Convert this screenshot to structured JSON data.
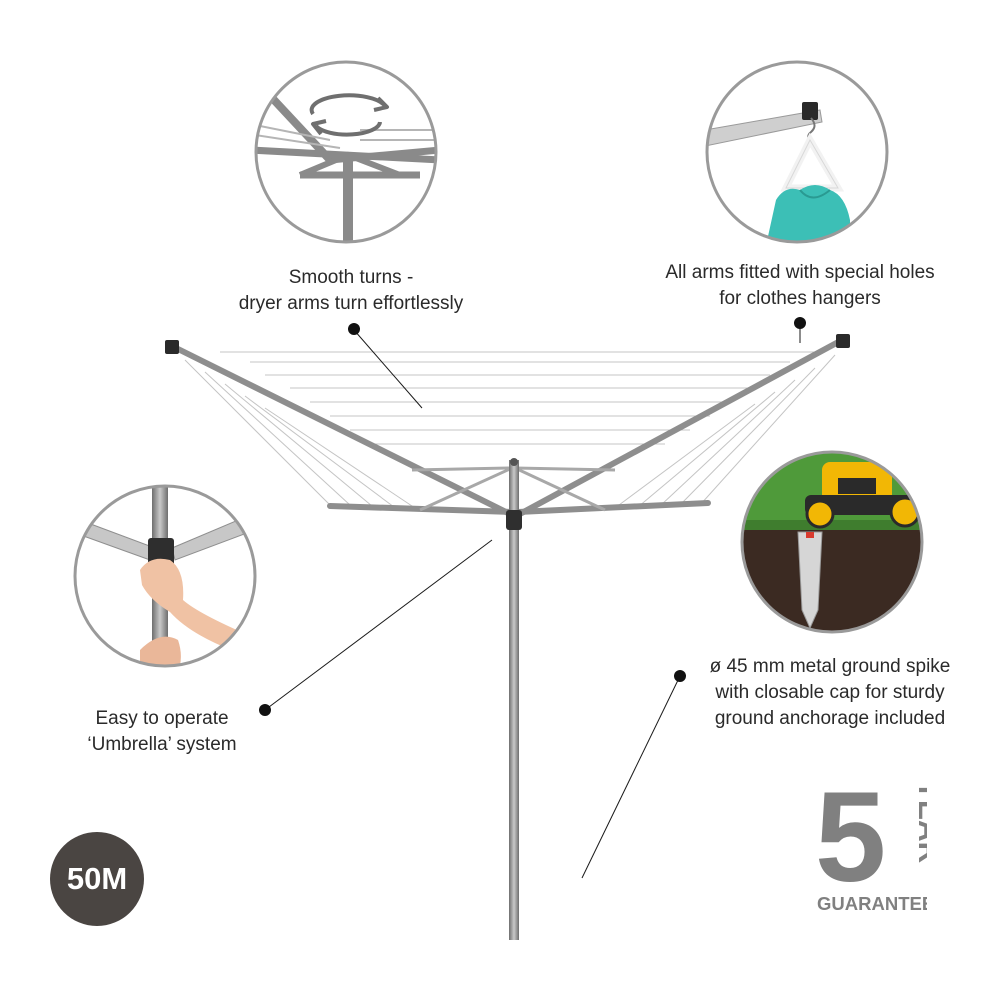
{
  "features": {
    "smooth_turns": {
      "line1": "Smooth turns -",
      "line2": "dryer arms turn effortlessly"
    },
    "hanger_holes": {
      "line1": "All arms fitted with special holes",
      "line2": "for clothes hangers"
    },
    "umbrella": {
      "line1": "Easy to operate",
      "line2": "‘Umbrella’ system"
    },
    "ground_spike": {
      "line1": "ø 45 mm metal ground spike",
      "line2": "with closable cap for sturdy",
      "line3": "ground anchorage included"
    }
  },
  "badge": {
    "label": "50M"
  },
  "guarantee": {
    "number": "5",
    "word": "YEAR",
    "caption": "GUARANTEE"
  },
  "colors": {
    "accent_dark": "#4a4542",
    "frame": "#9a9a9a",
    "soil": "#3b2a22",
    "grass": "#4f9a3a",
    "mower": "#f2b705",
    "garment": "#3cbfb6"
  },
  "icons": [
    "rotate-arrow-icon",
    "hanger-icon",
    "lawn-mower-icon",
    "ground-spike-icon",
    "hand-icon"
  ]
}
